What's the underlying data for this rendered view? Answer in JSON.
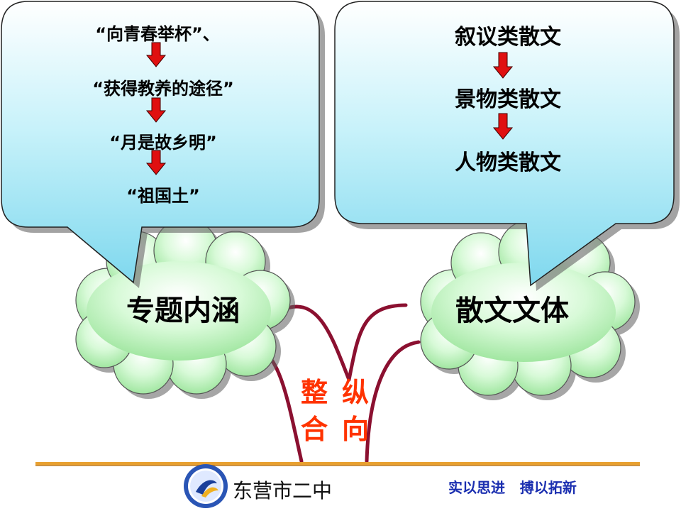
{
  "left_bubble": {
    "items": [
      "“向青春举杯”、",
      "“获得教养的途径”",
      "“月是故乡明”",
      "“祖国土”"
    ]
  },
  "right_bubble": {
    "items": [
      "叙议类散文",
      "景物类散文",
      "人物类散文"
    ]
  },
  "clouds": {
    "left_label": "专题内涵",
    "right_label": "散文文体"
  },
  "center": {
    "col1": [
      "整",
      "合"
    ],
    "col2": [
      "纵",
      "向"
    ]
  },
  "footer": {
    "school_name": "东营市二中",
    "motto": "实以思进   搏以拓新",
    "logo_icon": "school-logo-icon"
  },
  "colors": {
    "bubble_fill": "#9ee6f5",
    "cloud_fill": "#b9f3b9",
    "arrow_red": "#e01010",
    "stem": "#8b1030",
    "footer_line": "#e8a030",
    "accent_text": "#ff3300"
  }
}
